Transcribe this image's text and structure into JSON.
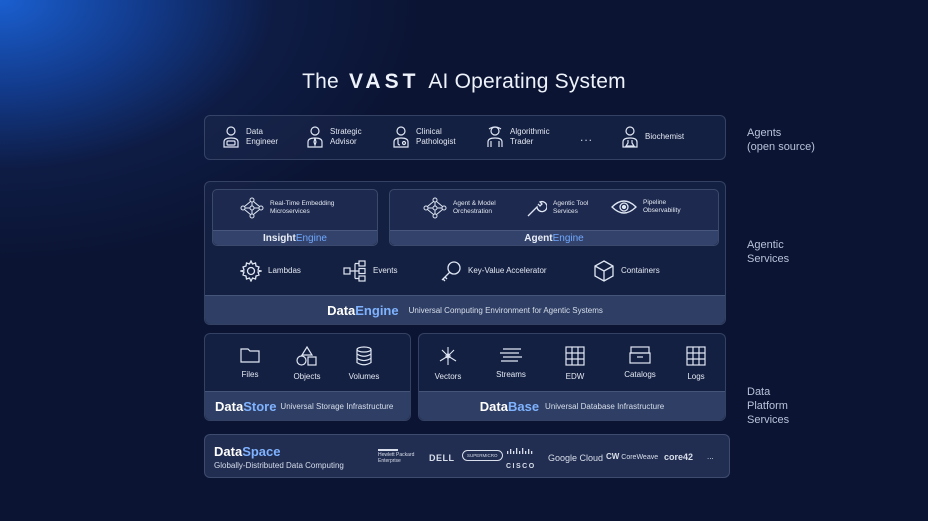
{
  "title": {
    "prefix": "The",
    "brand": "VAST",
    "suffix": "AI Operating System"
  },
  "agents": {
    "items": [
      {
        "label": "Data\nEngineer",
        "icon": "data-engineer-icon"
      },
      {
        "label": "Strategic\nAdvisor",
        "icon": "advisor-icon"
      },
      {
        "label": "Clinical\nPathologist",
        "icon": "pathologist-icon"
      },
      {
        "label": "Algorithmic\nTrader",
        "icon": "trader-icon"
      },
      {
        "label": "Biochemist",
        "icon": "biochemist-icon"
      }
    ],
    "ellipsis": "...",
    "side_label": "Agents\n(open source)"
  },
  "agentic": {
    "insight": {
      "items": [
        {
          "label": "Real-Time Embedding\nMicroservices",
          "icon": "neural-net-icon"
        }
      ],
      "name_a": "Insight",
      "name_b": "Engine"
    },
    "agent": {
      "items": [
        {
          "label": "Agent & Model\nOrchestration",
          "icon": "neural-net-icon"
        },
        {
          "label": "Agentic Tool\nServices",
          "icon": "wrench-icon"
        },
        {
          "label": "Pipeline\nObservability",
          "icon": "eye-icon"
        }
      ],
      "name_a": "Agent",
      "name_b": "Engine"
    },
    "row": [
      {
        "label": "Lambdas",
        "icon": "gear-icon"
      },
      {
        "label": "Events",
        "icon": "events-icon"
      },
      {
        "label": "Key-Value Accelerator",
        "icon": "key-icon"
      },
      {
        "label": "Containers",
        "icon": "cube-icon"
      }
    ],
    "dataengine": {
      "name_a": "Data",
      "name_b": "Engine",
      "desc": "Universal Computing Environment for Agentic Systems"
    },
    "side_label": "Agentic\nServices"
  },
  "platform": {
    "datastore": {
      "items": [
        {
          "label": "Files",
          "icon": "folder-icon"
        },
        {
          "label": "Objects",
          "icon": "shapes-icon"
        },
        {
          "label": "Volumes",
          "icon": "database-icon"
        }
      ],
      "name_a": "Data",
      "name_b": "Store",
      "desc": "Universal Storage Infrastructure"
    },
    "database": {
      "items": [
        {
          "label": "Vectors",
          "icon": "vectors-icon"
        },
        {
          "label": "Streams",
          "icon": "streams-icon"
        },
        {
          "label": "EDW",
          "icon": "grid-icon"
        },
        {
          "label": "Catalogs",
          "icon": "catalog-icon"
        },
        {
          "label": "Logs",
          "icon": "grid-icon"
        }
      ],
      "name_a": "Data",
      "name_b": "Base",
      "desc": "Universal Database Infrastructure"
    },
    "side_label": "Data\nPlatform\nServices"
  },
  "dataspace": {
    "name_a": "Data",
    "name_b": "Space",
    "desc": "Globally-Distributed Data Computing",
    "partners": {
      "hpe_a": "Hewlett Packard",
      "hpe_b": "Enterprise",
      "dell": "DELL",
      "supermicro": "SUPERMICRO",
      "cisco": "CISCO",
      "google": "Google Cloud",
      "coreweave": "CoreWeave",
      "core42": "core42",
      "ellipsis": "..."
    }
  }
}
